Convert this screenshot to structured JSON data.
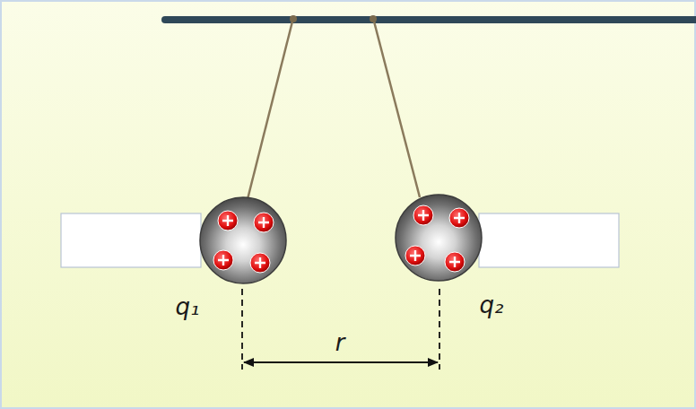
{
  "diagram": {
    "labels": [
      "q₁",
      "q₂",
      "r"
    ]
  }
}
